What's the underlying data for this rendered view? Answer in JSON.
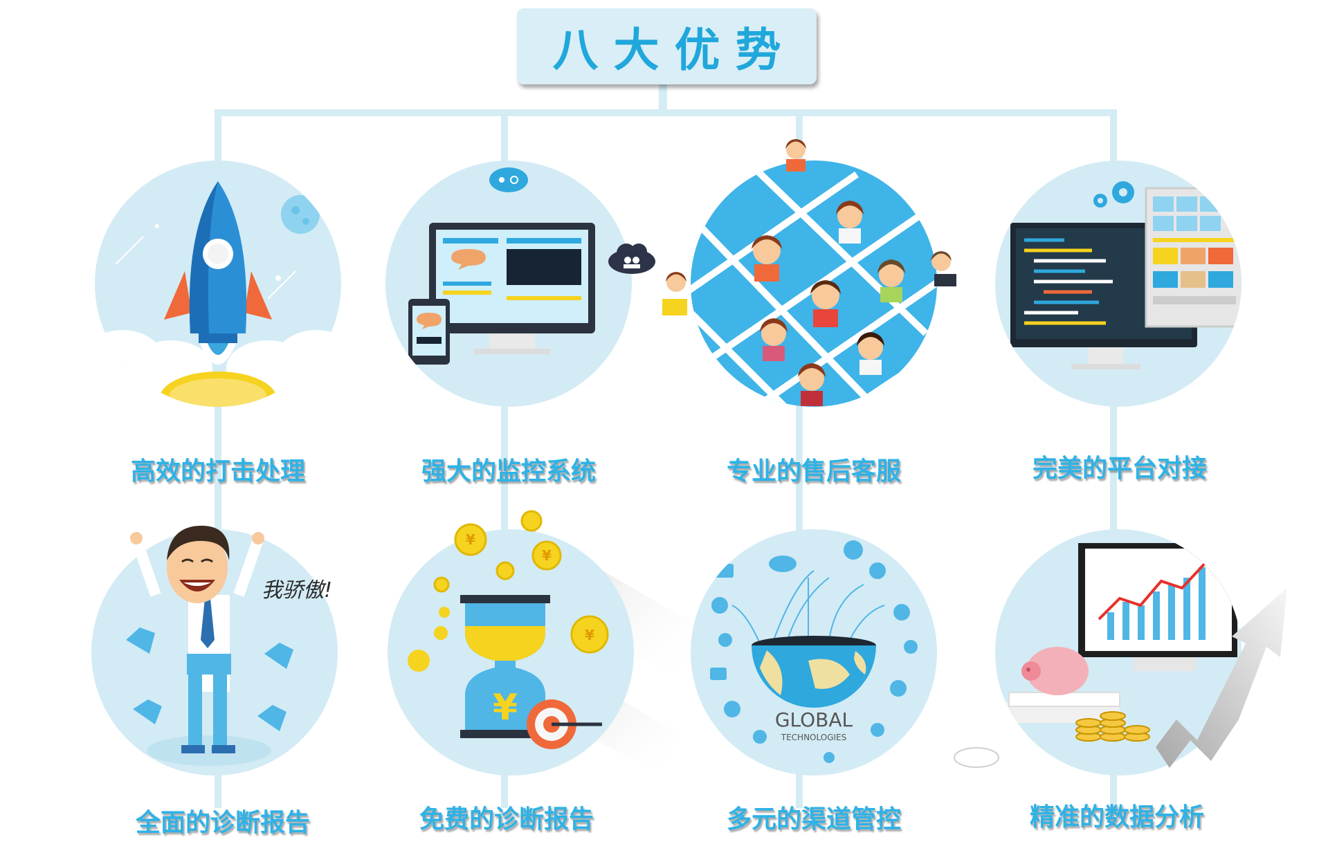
{
  "title": "八大优势",
  "advantages": [
    {
      "label": "高效的打击处理",
      "icon": "rocket-icon"
    },
    {
      "label": "强大的监控系统",
      "icon": "monitor-icon"
    },
    {
      "label": "专业的售后客服",
      "icon": "customer-service-icon"
    },
    {
      "label": "完美的平台对接",
      "icon": "code-screen-icon"
    },
    {
      "label": "全面的诊断报告",
      "icon": "happy-man-icon"
    },
    {
      "label": "免费的诊断报告",
      "icon": "hourglass-coins-icon"
    },
    {
      "label": "多元的渠道管控",
      "icon": "globe-network-icon"
    },
    {
      "label": "精准的数据分析",
      "icon": "growth-chart-icon"
    }
  ],
  "illustration_text": {
    "proud_text": "我骄傲!",
    "globe_line1": "GLOBAL",
    "globe_line2": "TECHNOLOGIES",
    "currency_symbol": "¥"
  },
  "colors": {
    "accent": "#20a7db",
    "circle_bg": "#d3ebf5",
    "connector": "#d4ecf4",
    "title_bg": "#d9eef6"
  }
}
